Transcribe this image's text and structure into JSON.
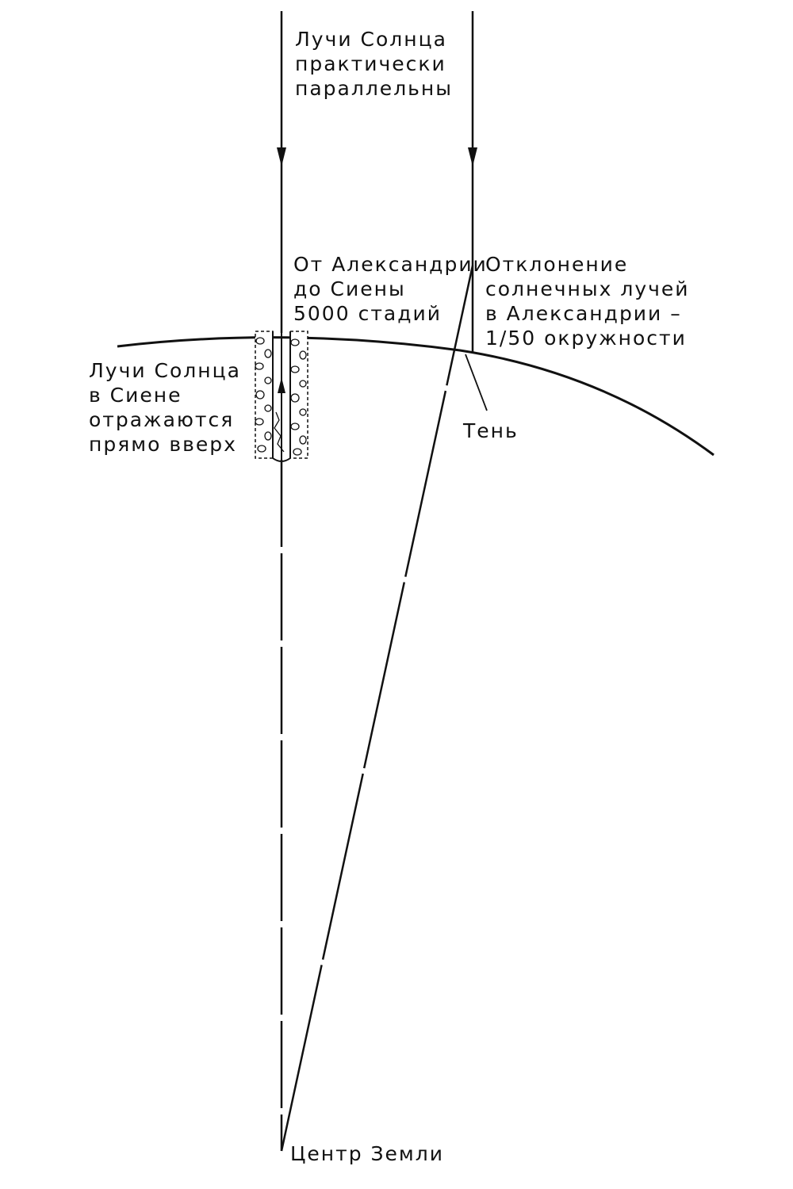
{
  "labels": {
    "rays_parallel": [
      "Лучи Солнца",
      "практически",
      "параллельны"
    ],
    "distance": [
      "От Александрии",
      "до Сиены",
      "5000 стадий"
    ],
    "deviation": [
      "Отклонение",
      "солнечных лучей",
      "в Александрии –",
      "1/50 окружности"
    ],
    "syene_rays": [
      "Лучи Солнца",
      "в Сиене",
      "отражаются",
      "прямо вверх"
    ],
    "shadow": "Тень",
    "earth_center": "Центр Земли"
  },
  "colors": {
    "ink": "#111111",
    "background": "#ffffff"
  },
  "icons": {
    "well": "well-icon",
    "ray_arrow": "arrow-down-icon",
    "reflected_arrow": "arrow-up-icon"
  }
}
